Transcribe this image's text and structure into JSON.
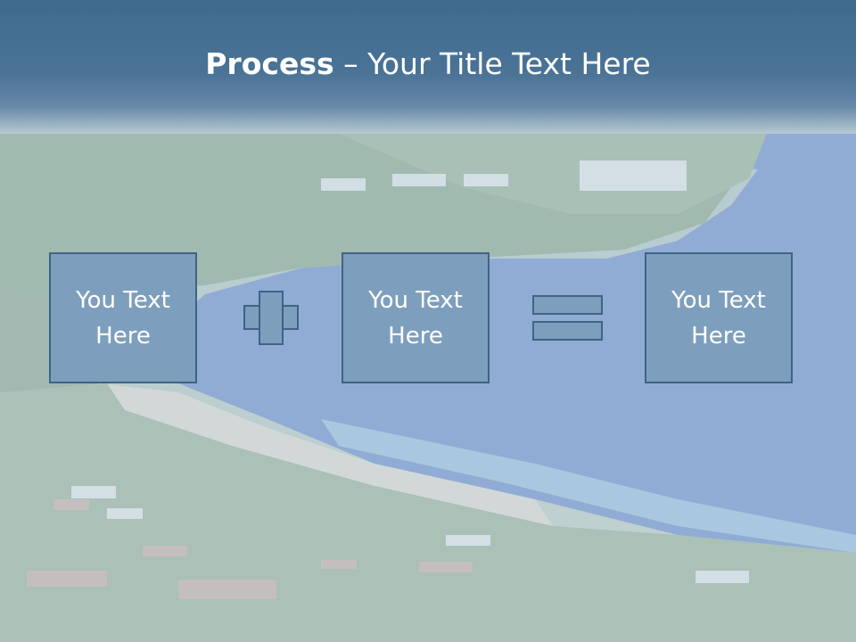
{
  "title": {
    "bold": "Process",
    "rest": " – Your Title Text Here"
  },
  "boxes": [
    {
      "line1": "You Text",
      "line2": "Here"
    },
    {
      "line1": "You Text",
      "line2": "Here"
    },
    {
      "line1": "You Text",
      "line2": "Here"
    }
  ],
  "operators": [
    "plus-icon",
    "equals-icon"
  ],
  "colors": {
    "header": "#3f6a8e",
    "box_fill": "#7d9fbd",
    "box_border": "#3f6384",
    "text": "#ffffff"
  }
}
